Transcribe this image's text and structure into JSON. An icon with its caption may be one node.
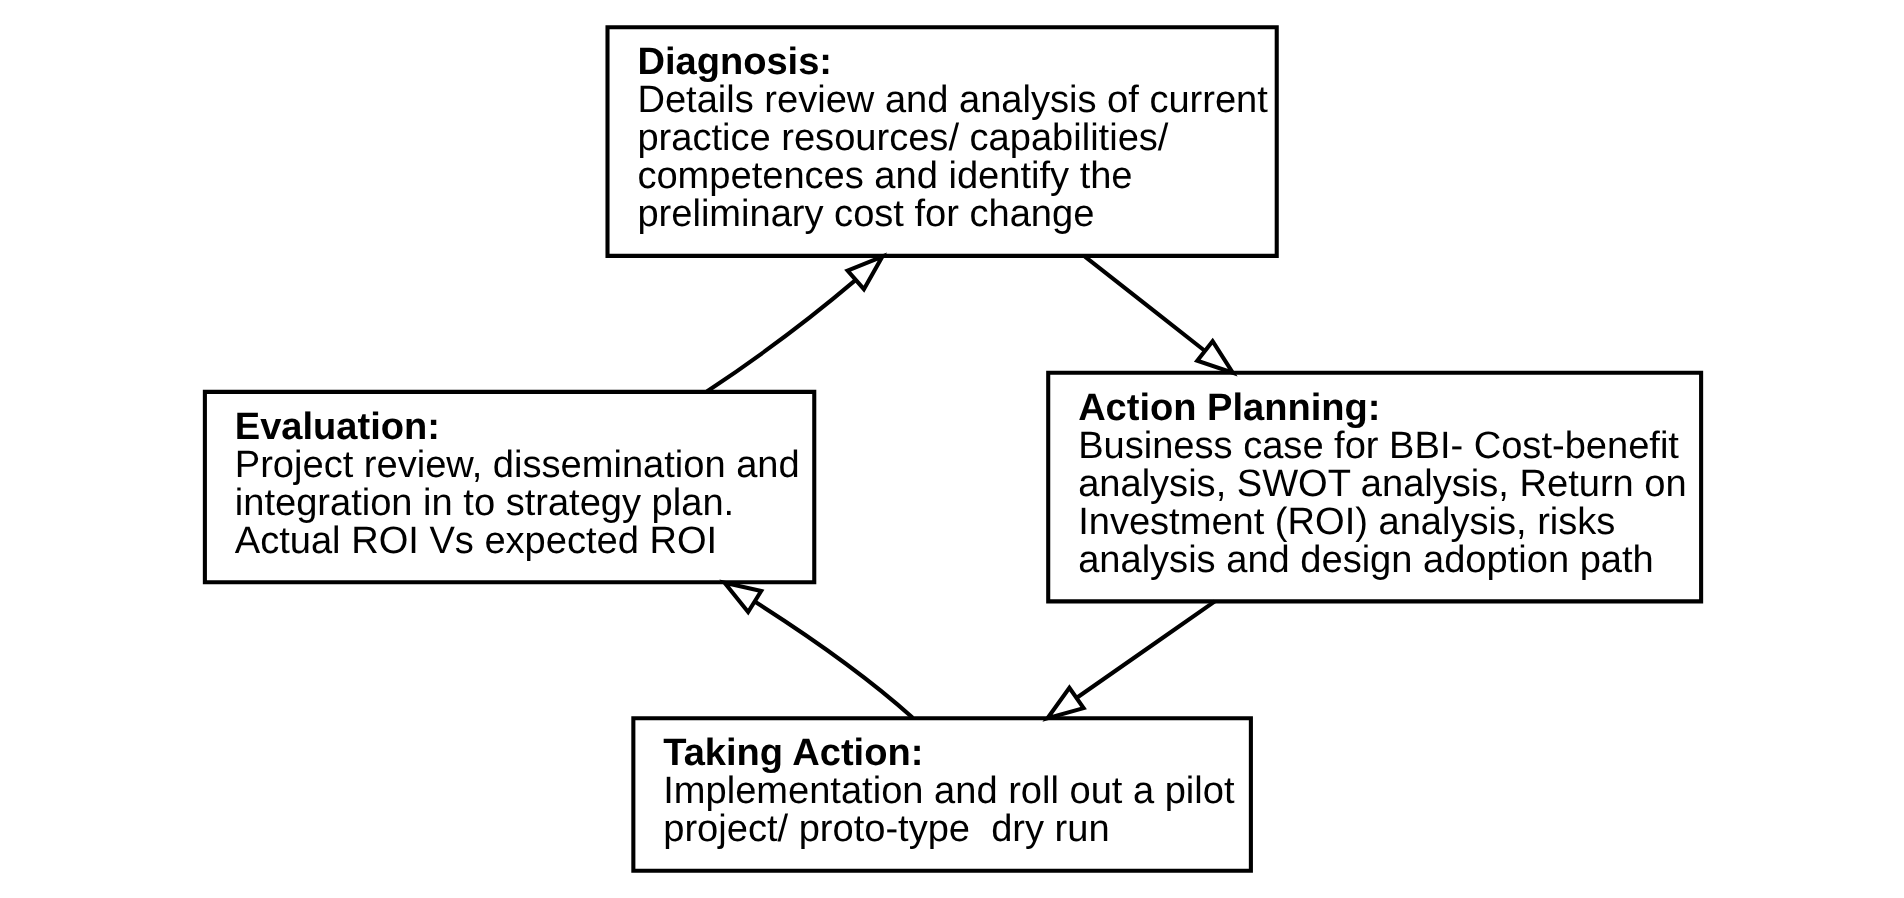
{
  "diagram": {
    "nodes": [
      {
        "text": [
          "Diagnosis:",
          "Details review and analysis of current practice resources/ capabilities/ competences and identify the preliminary cost for change"
        ]
      },
      {
        "text": [
          "Evaluation:",
          "Project review, dissemination and integration in to strategy plan. Actual ROI Vs expected ROI"
        ]
      },
      {
        "text": [
          "Action Planning:",
          "Business case for BBI- Cost-benefit analysis, SWOT analysis, Return on Investment (ROI) analysis, risks analysis and design adoption path"
        ]
      },
      {
        "text": [
          "Taking Action:",
          "Implementation and roll out a pilot project/ proto-type  dry run"
        ]
      }
    ],
    "edges": [
      {
        "from": 1,
        "to": 0,
        "arrow": "to"
      },
      {
        "from": 0,
        "to": 2,
        "arrow": "to"
      },
      {
        "from": 2,
        "to": 3,
        "arrow": "to"
      },
      {
        "from": 3,
        "to": 1,
        "arrow": "to"
      }
    ]
  }
}
